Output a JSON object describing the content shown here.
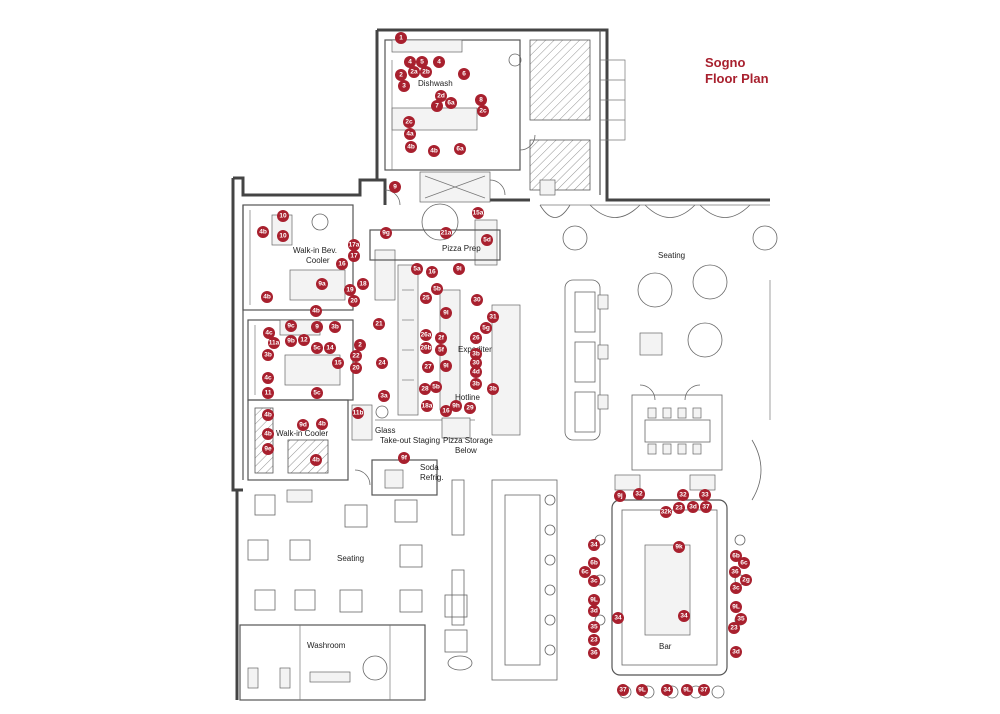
{
  "title": {
    "line1": "Sogno",
    "line2": "Floor Plan"
  },
  "colors": {
    "accent": "#a8202e",
    "wall": "#444444",
    "line": "#777777"
  },
  "rooms": [
    {
      "id": "dishwash",
      "label": "Dishwash"
    },
    {
      "id": "walkin-bev-cooler-1",
      "label": "Walk-in Bev."
    },
    {
      "id": "walkin-bev-cooler-2",
      "label": "Cooler"
    },
    {
      "id": "pizza-prep",
      "label": "Pizza Prep"
    },
    {
      "id": "expediter",
      "label": "Expediter"
    },
    {
      "id": "hotline",
      "label": "Hotline"
    },
    {
      "id": "glass",
      "label": "Glass"
    },
    {
      "id": "walkin-cooler",
      "label": "Walk-in Cooler"
    },
    {
      "id": "takeout-staging",
      "label": "Take-out Staging"
    },
    {
      "id": "pizza-storage-1",
      "label": "Pizza Storage"
    },
    {
      "id": "pizza-storage-2",
      "label": "Below"
    },
    {
      "id": "soda-refrig-1",
      "label": "Soda"
    },
    {
      "id": "soda-refrig-2",
      "label": "Refrig."
    },
    {
      "id": "seating-upper",
      "label": "Seating"
    },
    {
      "id": "seating-lower",
      "label": "Seating"
    },
    {
      "id": "washroom",
      "label": "Washroom"
    },
    {
      "id": "bar",
      "label": "Bar"
    }
  ],
  "tags": [
    "1",
    "4",
    "5",
    "4",
    "2",
    "2a",
    "2b",
    "6",
    "3",
    "2d",
    "6a",
    "8",
    "7",
    "2c",
    "2c",
    "4a",
    "4b",
    "4b",
    "6a",
    "9",
    "10",
    "10",
    "4b",
    "15a",
    "21a",
    "5d",
    "9g",
    "17a",
    "17",
    "16",
    "5a",
    "16",
    "9i",
    "4b",
    "9a",
    "4b",
    "19",
    "18",
    "5b",
    "20",
    "25",
    "30",
    "21",
    "9l",
    "31",
    "5g",
    "4c",
    "9c",
    "9",
    "3b",
    "26",
    "11a",
    "9b",
    "12",
    "5c",
    "14",
    "3b",
    "26a",
    "2f",
    "2",
    "26b",
    "5f",
    "22",
    "24",
    "15",
    "20",
    "3b",
    "4c",
    "30",
    "27",
    "9l",
    "4d",
    "3b",
    "11",
    "28",
    "5b",
    "3b",
    "5c",
    "3a",
    "18a",
    "9h",
    "29",
    "16",
    "9d",
    "4b",
    "11b",
    "4b",
    "4b",
    "9e",
    "4b",
    "9f",
    "9j",
    "32",
    "32",
    "33",
    "32k",
    "23",
    "3d",
    "37",
    "34",
    "9k",
    "6b",
    "6b",
    "6c",
    "6c",
    "3c",
    "36",
    "2g",
    "3c",
    "9L",
    "3d",
    "34",
    "9L",
    "35",
    "34",
    "35",
    "23",
    "23",
    "36",
    "3d",
    "37",
    "9L",
    "34",
    "9L",
    "37"
  ]
}
